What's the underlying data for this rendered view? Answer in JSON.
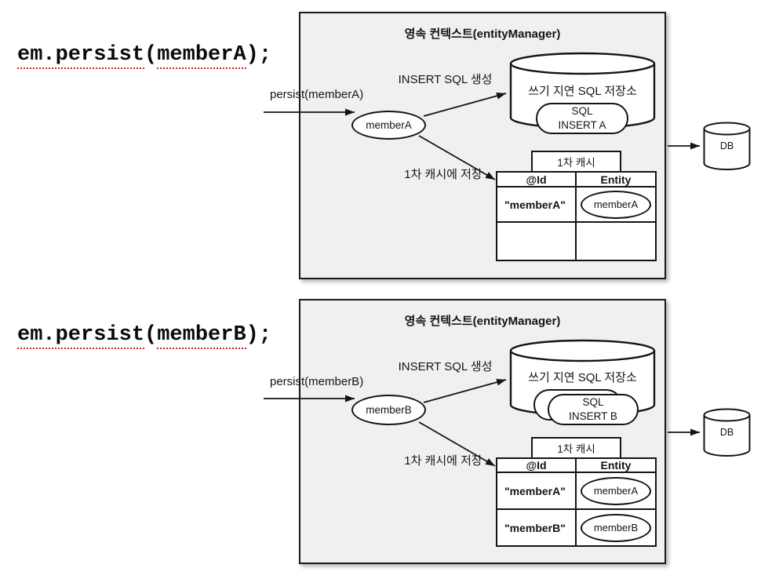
{
  "colors": {
    "panel_bg": "#f0f0f0",
    "line": "#141414",
    "spellcheck_underline": "#cc2222"
  },
  "sections": [
    {
      "code": {
        "method": "em.persist",
        "open_paren": "(",
        "argument": "memberA",
        "close": ");"
      },
      "panel_title": "영속 컨텍스트(entityManager)",
      "persist_label": "persist(memberA)",
      "member_oval_label": "memberA",
      "insert_sql_label": "INSERT SQL 생성",
      "sql_store_label": "쓰기 지연 SQL 저장소",
      "sql_item": {
        "line1": "SQL",
        "line2": "INSERT A"
      },
      "cache_save_label": "1차 캐시에 저장",
      "cache_tab_label": "1차 캐시",
      "cache_columns": {
        "id": "@Id",
        "entity": "Entity"
      },
      "cache_rows": [
        {
          "id": "\"memberA\"",
          "entity": "memberA"
        },
        {
          "id": "",
          "entity": ""
        }
      ],
      "db_label": "DB"
    },
    {
      "code": {
        "method": "em.persist",
        "open_paren": "(",
        "argument": "memberB",
        "close": ");"
      },
      "panel_title": "영속 컨텍스트(entityManager)",
      "persist_label": "persist(memberB)",
      "member_oval_label": "memberB",
      "insert_sql_label": "INSERT SQL 생성",
      "sql_store_label": "쓰기 지연 SQL 저장소",
      "sql_item": {
        "line1": "SQL",
        "line2": "INSERT B"
      },
      "cache_save_label": "1차 캐시에 저장",
      "cache_tab_label": "1차 캐시",
      "cache_columns": {
        "id": "@Id",
        "entity": "Entity"
      },
      "cache_rows": [
        {
          "id": "\"memberA\"",
          "entity": "memberA"
        },
        {
          "id": "\"memberB\"",
          "entity": "memberB"
        }
      ],
      "db_label": "DB"
    }
  ]
}
